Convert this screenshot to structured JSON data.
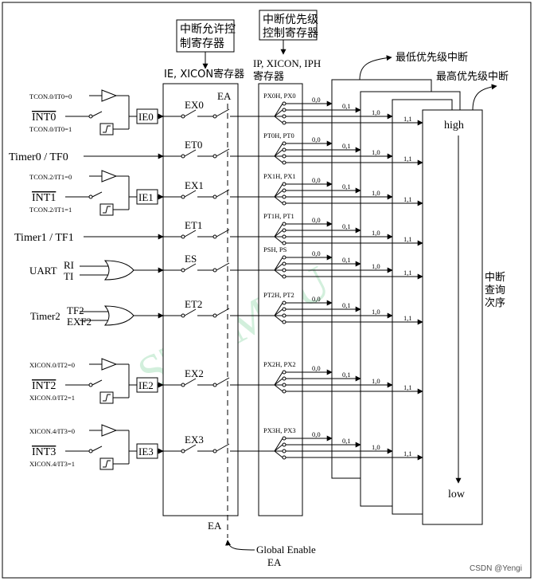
{
  "header": {
    "ie_box_label": "中断允许控\n制寄存器",
    "ip_box_label": "中断优先级\n控制寄存器",
    "ie_reg_caption": "IE, XICON寄存器",
    "ip_reg_caption_line1": "IP, XICON, IPH",
    "ip_reg_caption_line2": "寄存器",
    "lowest_priority": "最低优先级中断",
    "highest_priority": "最高优先级中断"
  },
  "sources": [
    {
      "id": "int0",
      "main": "INT0",
      "overline": true,
      "cfg_top": "TCON.0/IT0=0",
      "cfg_bot": "TCON.0/IT0=1",
      "gate": "IE0",
      "enable": "EX0",
      "prio": "PX0H, PX0"
    },
    {
      "id": "t0",
      "main": "Timer0 / TF0",
      "enable": "ET0",
      "prio": "PT0H, PT0"
    },
    {
      "id": "int1",
      "main": "INT1",
      "overline": true,
      "cfg_top": "TCON.2/IT1=0",
      "cfg_bot": "TCON.2/IT1=1",
      "gate": "IE1",
      "enable": "EX1",
      "prio": "PX1H, PX1"
    },
    {
      "id": "t1",
      "main": "Timer1 / TF1",
      "enable": "ET1",
      "prio": "PT1H, PT1"
    },
    {
      "id": "uart",
      "main": "UART",
      "sig_a": "RI",
      "sig_b": "TI",
      "enable": "ES",
      "prio": "PSH, PS"
    },
    {
      "id": "t2",
      "main": "Timer2",
      "sig_a": "TF2",
      "sig_b": "EXF2",
      "enable": "ET2",
      "prio": "PT2H, PT2"
    },
    {
      "id": "int2",
      "main": "INT2",
      "overline": true,
      "cfg_top": "XICON.0/IT2=0",
      "cfg_bot": "XICON.0/IT2=1",
      "gate": "IE2",
      "enable": "EX2",
      "prio": "PX2H, PX2"
    },
    {
      "id": "int3",
      "main": "INT3",
      "overline": true,
      "cfg_top": "XICON.4/IT3=0",
      "cfg_bot": "XICON.4/IT3=1",
      "gate": "IE3",
      "enable": "EX3",
      "prio": "PX3H, PX3"
    }
  ],
  "ea_label": "EA",
  "priority_levels": [
    "0,0",
    "0,1",
    "1,0",
    "1,1"
  ],
  "query_box": {
    "high": "high",
    "low": "low",
    "order_label": "中断\n查询\n次序"
  },
  "global_enable": {
    "line1": "Global Enable",
    "line2": "EA"
  },
  "watermark": "STC MCU Li",
  "credit": "CSDN @Yengi"
}
